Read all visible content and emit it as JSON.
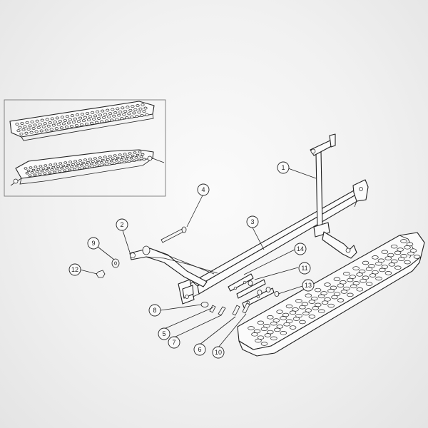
{
  "diagram": {
    "callouts": [
      {
        "id": "c1",
        "number": "1"
      },
      {
        "id": "c2",
        "number": "2"
      },
      {
        "id": "c3",
        "number": "3"
      },
      {
        "id": "c4",
        "number": "4"
      },
      {
        "id": "c5",
        "number": "5"
      },
      {
        "id": "c6",
        "number": "6"
      },
      {
        "id": "c7",
        "number": "7"
      },
      {
        "id": "c8",
        "number": "8"
      },
      {
        "id": "c9",
        "number": "9"
      },
      {
        "id": "c10",
        "number": "10"
      },
      {
        "id": "c11",
        "number": "11"
      },
      {
        "id": "c12",
        "number": "12"
      },
      {
        "id": "c13",
        "number": "13"
      },
      {
        "id": "c14",
        "number": "14"
      }
    ],
    "colors": {
      "line": "#222222",
      "paper": "#fbfbfb",
      "background": "#efefef",
      "inset_border": "#777777"
    }
  }
}
